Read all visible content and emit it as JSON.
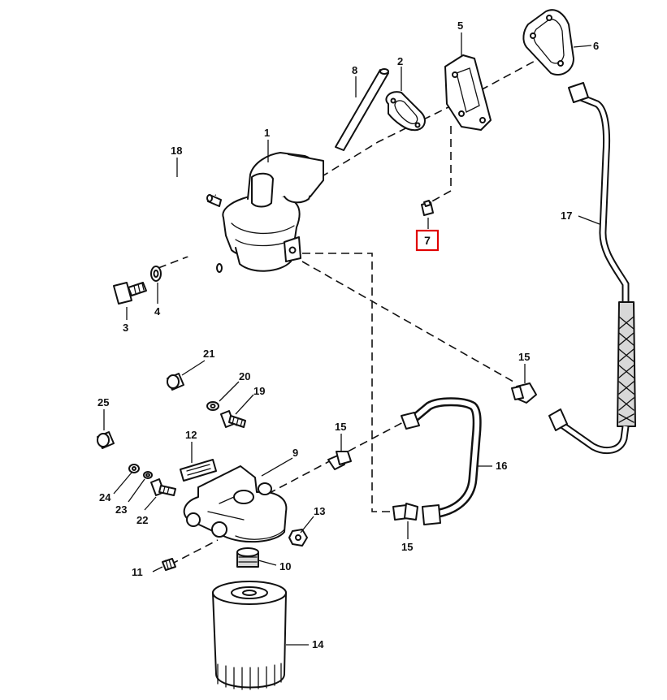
{
  "highlight": {
    "label": "7",
    "color": "#e00000"
  },
  "labels": {
    "p1": "1",
    "p2": "2",
    "p3": "3",
    "p4": "4",
    "p5": "5",
    "p6": "6",
    "p8": "8",
    "p9": "9",
    "p10": "10",
    "p11": "11",
    "p12": "12",
    "p13": "13",
    "p14": "14",
    "p15a": "15",
    "p15b": "15",
    "p15c": "15",
    "p16": "16",
    "p17": "17",
    "p18": "18",
    "p19": "19",
    "p20": "20",
    "p21": "21",
    "p22": "22",
    "p23": "23",
    "p24": "24",
    "p25": "25"
  }
}
